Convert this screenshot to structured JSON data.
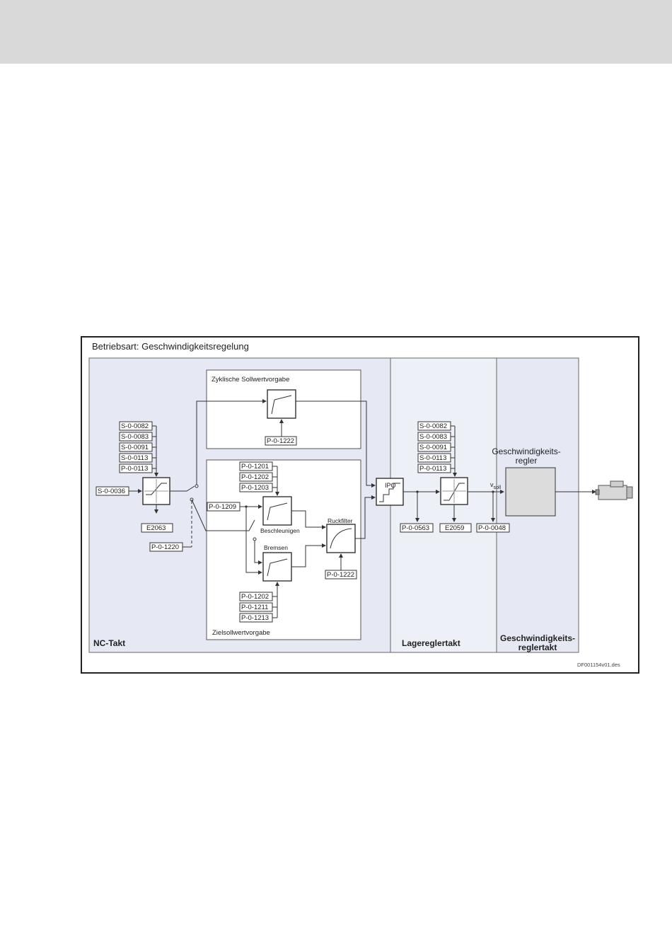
{
  "diagram": {
    "title": "Betriebsart: Geschwindigkeitsregelung",
    "regions": {
      "nc_takt": "NC-Takt",
      "lageregler_takt": "Lagereglertakt",
      "geschw_takt_line1": "Geschwindigkeits-",
      "geschw_takt_line2": "reglertakt"
    },
    "boxes": {
      "zyklisch": "Zyklische Sollwertvorgabe",
      "ziel": "Zielsollwertvorgabe",
      "beschleunigen": "Beschleunigen",
      "bremsen": "Bremsen",
      "ruckfilter": "Ruckfilter",
      "ipo": "IPO",
      "regler_line1": "Geschwindigkeits-",
      "regler_line2": "regler",
      "v_soll": "v",
      "v_soll_sub": "soll"
    },
    "params": {
      "nc_limits": [
        "S-0-0082",
        "S-0-0083",
        "S-0-0091",
        "S-0-0113",
        "P-0-0113"
      ],
      "input": "S-0-0036",
      "nc_out": "E2063",
      "switch": "P-0-1220",
      "zyklisch_param": "P-0-1222",
      "ziel_input": "P-0-1209",
      "accel_params": [
        "P-0-1201",
        "P-0-1202",
        "P-0-1203"
      ],
      "brake_params": [
        "P-0-1202",
        "P-0-1211",
        "P-0-1213"
      ],
      "ruck_param": "P-0-1222",
      "lage_limits": [
        "S-0-0082",
        "S-0-0083",
        "S-0-0091",
        "S-0-0113",
        "P-0-0113"
      ],
      "ipo_out": "P-0-0563",
      "lage_out": "E2059",
      "vsoll_out": "P-0-0048"
    },
    "file_id": "DF001154v01.des"
  }
}
